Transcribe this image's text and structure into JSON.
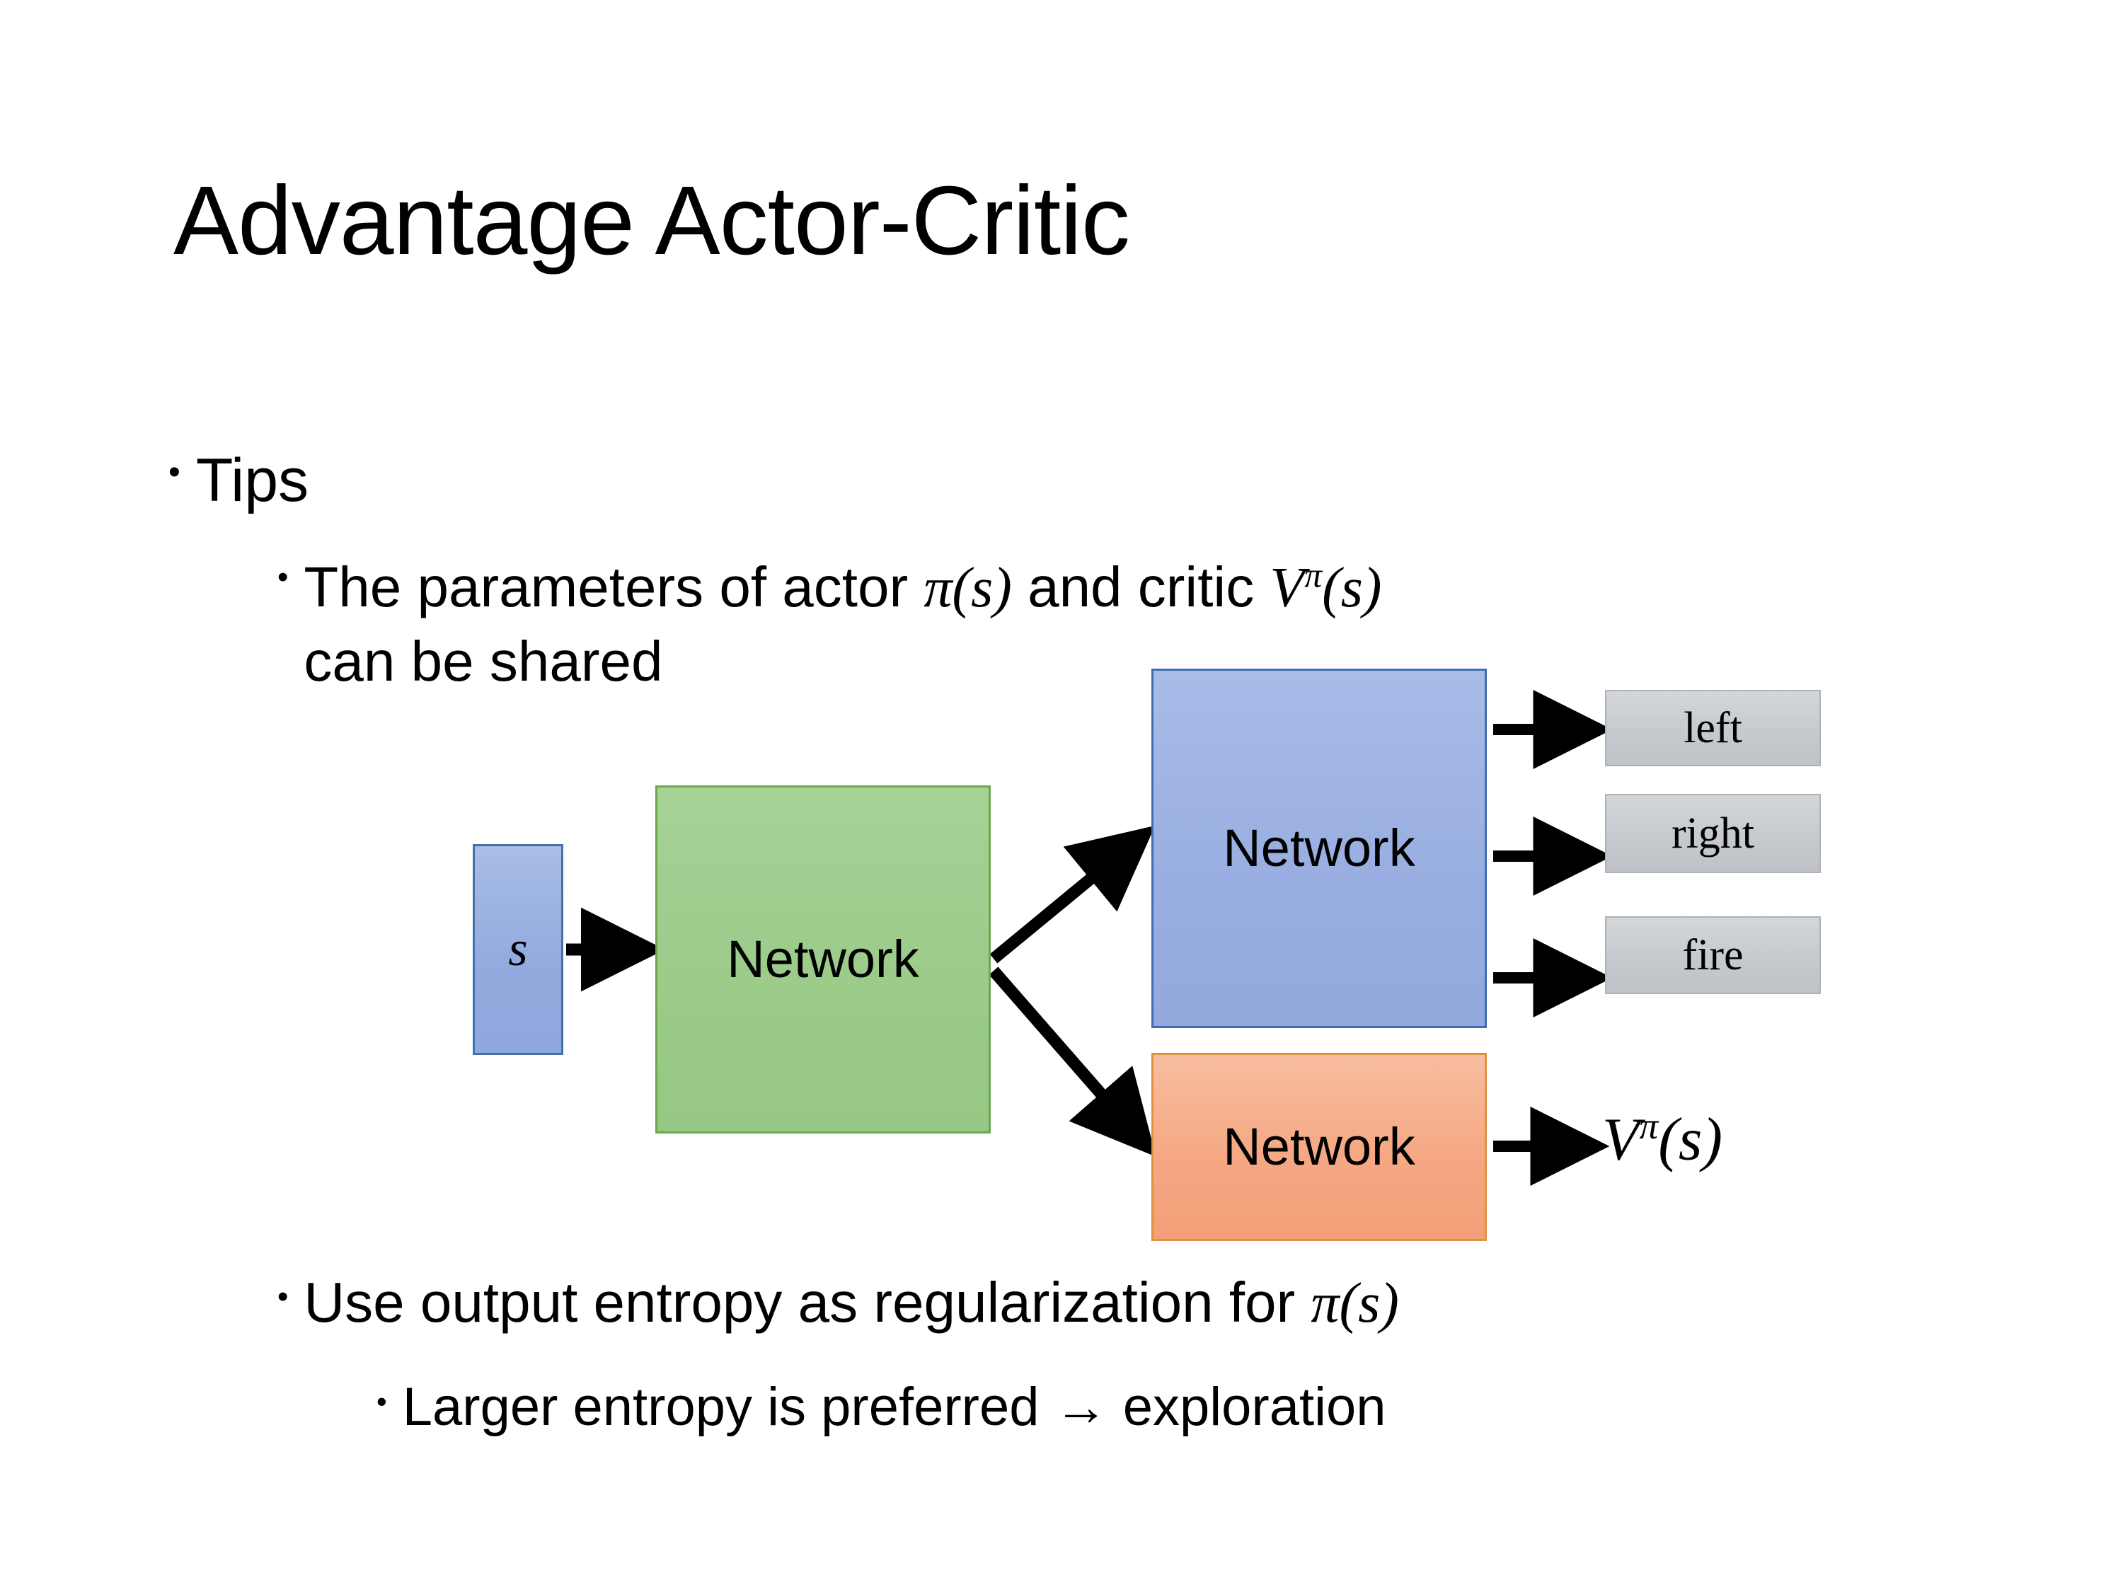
{
  "slide": {
    "title": "Advantage Actor-Critic",
    "background_color": "#ffffff",
    "text_color": "#000000"
  },
  "bullets": {
    "tips": {
      "marker": "•",
      "label": "Tips"
    },
    "parameters": {
      "marker": "•",
      "text_before_pi": "The parameters of actor ",
      "pi_symbol": "π",
      "pi_arg": "(s)",
      "text_middle": "  and critic ",
      "v_symbol": "V",
      "v_superscript": "π",
      "v_arg": "(s)",
      "line2": "can be shared"
    },
    "entropy": {
      "marker": "•",
      "text_before_pi": "Use output entropy as regularization for ",
      "pi_symbol": "π",
      "pi_arg": "(s)"
    },
    "larger": {
      "marker": "•",
      "text": "Larger entropy is preferred → exploration"
    }
  },
  "diagram": {
    "input_state": {
      "label": "s",
      "fill_color": "#95afe0",
      "border_color": "#4472a8"
    },
    "shared_network": {
      "label": "Network",
      "fill_color": "#9ccb8a",
      "border_color": "#6aa84f"
    },
    "actor_network": {
      "label": "Network",
      "fill_color": "#99afe1",
      "border_color": "#3f6db0"
    },
    "critic_network": {
      "label": "Network",
      "fill_color": "#f5a883",
      "border_color": "#e09240"
    },
    "actions": [
      {
        "label": "left",
        "fill_color": "#c6cace"
      },
      {
        "label": "right",
        "fill_color": "#c6cace"
      },
      {
        "label": "fire",
        "fill_color": "#c6cace"
      }
    ],
    "critic_output": {
      "v_symbol": "V",
      "v_superscript": "π",
      "v_arg": "(s)"
    },
    "arrow_color": "#000000"
  }
}
